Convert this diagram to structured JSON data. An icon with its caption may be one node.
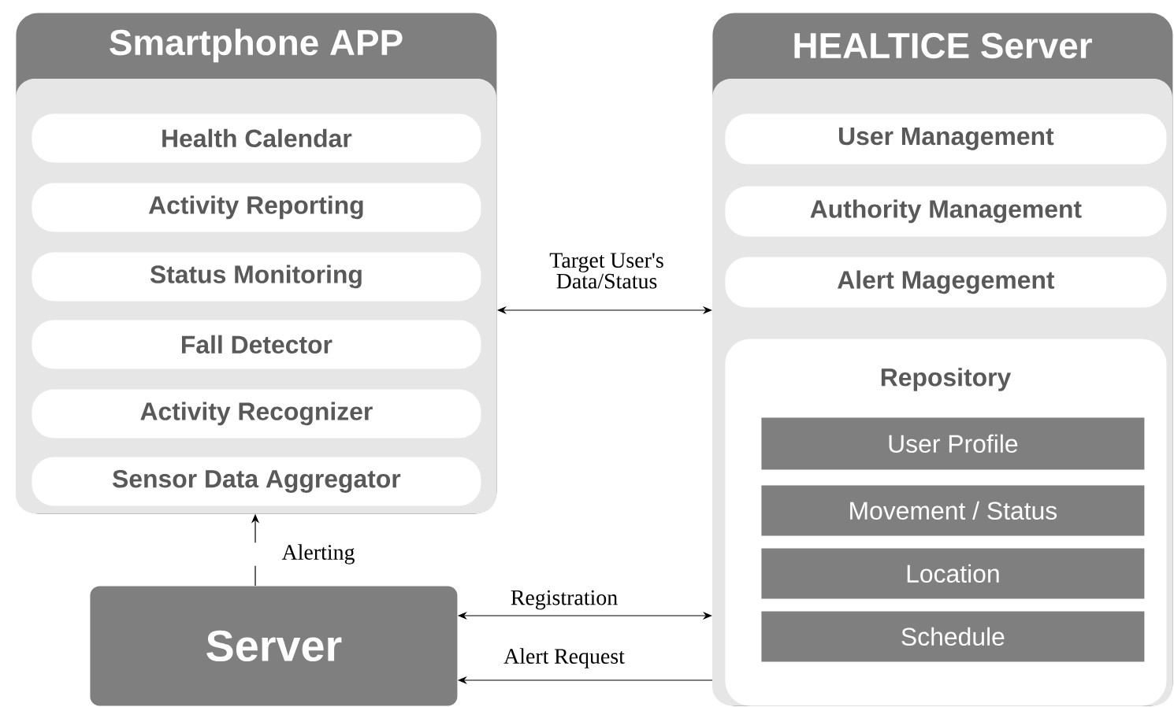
{
  "diagram": {
    "nodes": [
      {
        "text": [
          "Smartphone APP"
        ]
      },
      {
        "text": [
          "Health Calendar"
        ],
        "in": 0
      },
      {
        "text": [
          "Activity Reporting"
        ],
        "in": 0
      },
      {
        "text": [
          "Status Monitoring"
        ],
        "in": 0
      },
      {
        "text": [
          "Fall Detector"
        ],
        "in": 0
      },
      {
        "text": [
          "Activity Recognizer"
        ],
        "in": 0
      },
      {
        "text": [
          "Sensor Data Aggregator"
        ],
        "in": 0
      },
      {
        "text": [
          "HEALTICE Server"
        ]
      },
      {
        "text": [
          "User Management"
        ],
        "in": 7
      },
      {
        "text": [
          "Authority Management"
        ],
        "in": 7
      },
      {
        "text": [
          "Alert Magegement"
        ],
        "in": 7
      },
      {
        "text": [
          "Repository"
        ],
        "in": 7
      },
      {
        "text": [
          "User Profile"
        ],
        "in": 11
      },
      {
        "text": [
          "Movement / Status"
        ],
        "in": 11
      },
      {
        "text": [
          "Location"
        ],
        "in": 11
      },
      {
        "text": [
          "Schedule"
        ],
        "in": 11
      },
      {
        "text": [
          "Server"
        ]
      }
    ],
    "edges": [
      {
        "from": 0,
        "to": 7,
        "arrow": "both",
        "label": "Target User's Data/Status"
      },
      {
        "from": 16,
        "to": 0,
        "arrow": "to",
        "label": "Alerting"
      },
      {
        "from": 16,
        "to": 7,
        "arrow": "both",
        "label": "Registration"
      },
      {
        "from": 7,
        "to": 16,
        "arrow": "to",
        "label": "Alert Request"
      }
    ]
  }
}
